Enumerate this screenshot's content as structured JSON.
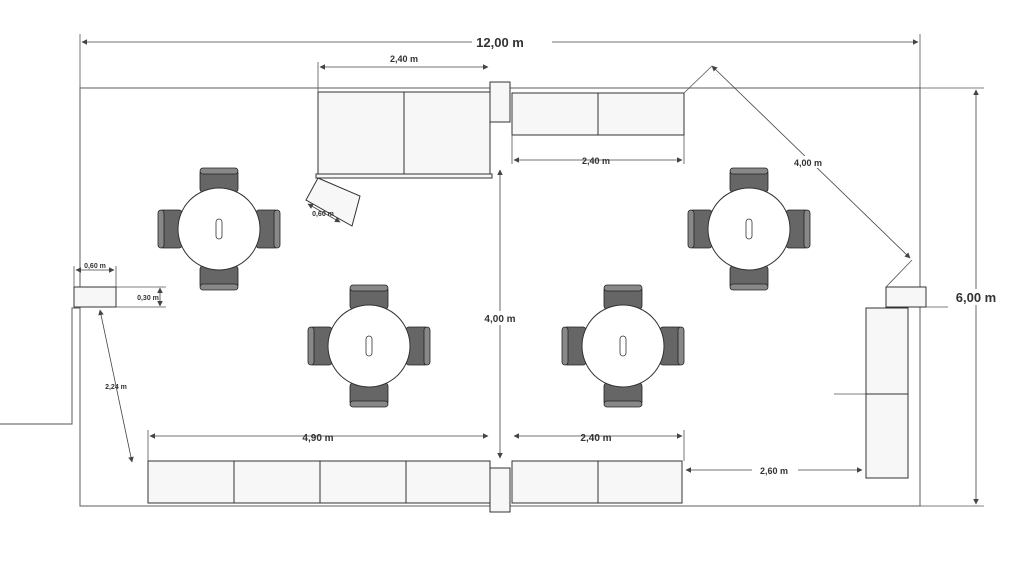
{
  "labels": {
    "overall_width": "12,00 m",
    "overall_height": "6,00 m",
    "top_left_cabinets": "2,40 m",
    "top_right_cabinets": "2,40 m",
    "diagonal_wall": "4,00 m",
    "center_height": "4,00 m",
    "door_swing": "0,60 m",
    "left_post_width": "0,60 m",
    "left_post_depth": "0,30 m",
    "left_diagonal": "2,24 m",
    "bottom_left_cabinets": "4,90 m",
    "bottom_right_cabinets": "2,40  m",
    "right_gap": "2,60 m"
  },
  "colors": {
    "line": "#555555",
    "chair": "#666666",
    "background": "#ffffff"
  },
  "icons": {
    "table": "round-table-icon",
    "chair": "armchair-icon",
    "arrow": "dimension-arrow-icon"
  }
}
